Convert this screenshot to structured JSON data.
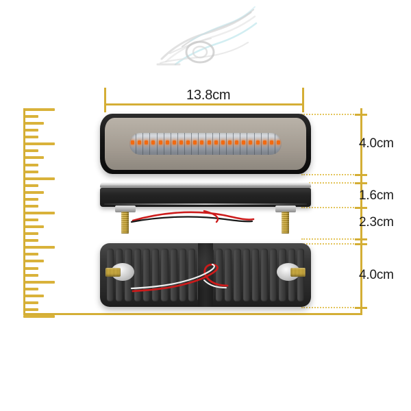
{
  "diagram": {
    "type": "product-dimension-diagram",
    "product": "LED light bar",
    "background_color": "#ffffff",
    "accent_color": "#d4ae35"
  },
  "logo": {
    "name": "stylized-car-watermark",
    "colors": [
      "#a8a8a8",
      "#9fd9e3",
      "#c9c9c9"
    ]
  },
  "dimensions": {
    "width": {
      "label": "13.8cm",
      "orientation": "horizontal",
      "position": "top"
    },
    "heights": [
      {
        "label": "4.0cm",
        "part": "front-lens"
      },
      {
        "label": "1.6cm",
        "part": "side-profile-bar"
      },
      {
        "label": "2.3cm",
        "part": "mounting-studs"
      },
      {
        "label": "4.0cm",
        "part": "rear-mounting-pad"
      }
    ]
  },
  "ruler": {
    "name": "vertical-scale-ruler",
    "tick_count": 30,
    "major_every": 5,
    "color": "#d9b23a"
  },
  "parts": {
    "lens": {
      "name": "front-lens-view",
      "rim_color": "#151515",
      "face_color": "#a9a299",
      "led_count": 22,
      "led_color": "#f26a12"
    },
    "bar": {
      "name": "side-profile-view",
      "chrome_color": "#dcdcdc",
      "body_color": "#242424"
    },
    "studs": {
      "name": "mounting-studs-view",
      "stud_count": 2,
      "thread_color": "#c9a73c",
      "wire_colors": [
        "#cc1b1b",
        "#1a1a1a"
      ]
    },
    "pad": {
      "name": "rear-mounting-pad-view",
      "body_color": "#343434",
      "rib_count": 22,
      "stud_count": 2,
      "wire_colors": [
        "#cc1b1b",
        "#efefef"
      ]
    }
  }
}
